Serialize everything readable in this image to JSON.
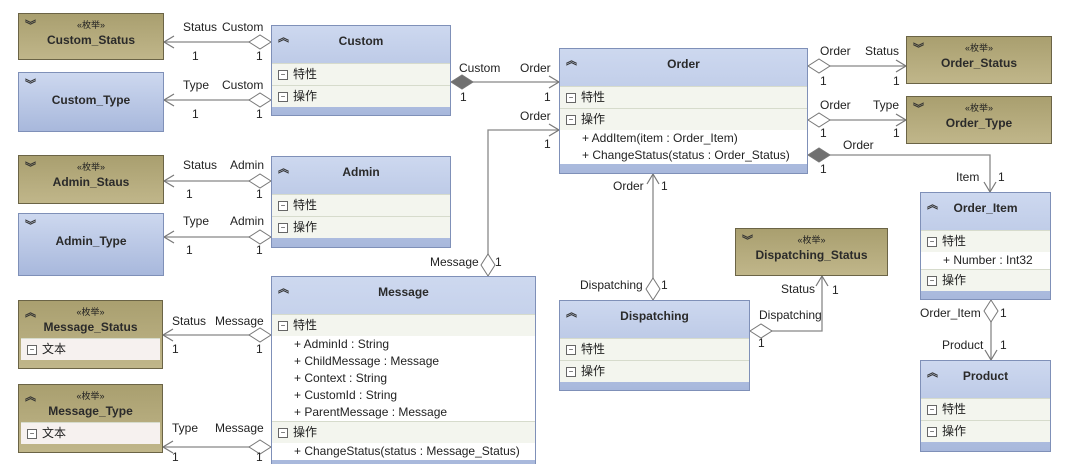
{
  "stereotype": "«枚举»",
  "section_titles": {
    "attributes": "特性",
    "operations": "操作",
    "text": "文本"
  },
  "colors": {
    "class_fill": "#b9c6e6",
    "enum_fill": "#b0a679",
    "line": "#888888"
  },
  "classes": [
    {
      "id": "custom_status",
      "name": "Custom_Status",
      "kind": "enum",
      "collapsed": true,
      "sections": []
    },
    {
      "id": "custom_type",
      "name": "Custom_Type",
      "kind": "class",
      "collapsed": true,
      "sections": []
    },
    {
      "id": "custom",
      "name": "Custom",
      "kind": "class",
      "collapsed": false,
      "sections": [
        {
          "title": "特性",
          "members": []
        },
        {
          "title": "操作",
          "members": []
        }
      ]
    },
    {
      "id": "admin_staus",
      "name": "Admin_Staus",
      "kind": "enum",
      "collapsed": true,
      "sections": []
    },
    {
      "id": "admin_type",
      "name": "Admin_Type",
      "kind": "class",
      "collapsed": true,
      "sections": []
    },
    {
      "id": "admin",
      "name": "Admin",
      "kind": "class",
      "collapsed": false,
      "sections": [
        {
          "title": "特性",
          "members": []
        },
        {
          "title": "操作",
          "members": []
        }
      ]
    },
    {
      "id": "message_status",
      "name": "Message_Status",
      "kind": "enum",
      "collapsed": false,
      "sections": [
        {
          "title": "文本",
          "members": []
        }
      ]
    },
    {
      "id": "message_type",
      "name": "Message_Type",
      "kind": "enum",
      "collapsed": false,
      "sections": [
        {
          "title": "文本",
          "members": []
        }
      ]
    },
    {
      "id": "message",
      "name": "Message",
      "kind": "class",
      "collapsed": false,
      "sections": [
        {
          "title": "特性",
          "members": [
            "+ AdminId : String",
            "+ ChildMessage : Message",
            "+ Context : String",
            "+ CustomId : String",
            "+ ParentMessage : Message"
          ]
        },
        {
          "title": "操作",
          "members": [
            "+ ChangeStatus(status : Message_Status)"
          ]
        }
      ]
    },
    {
      "id": "order",
      "name": "Order",
      "kind": "class",
      "collapsed": false,
      "sections": [
        {
          "title": "特性",
          "members": []
        },
        {
          "title": "操作",
          "members": [
            "+ AddItem(item : Order_Item)",
            "+ ChangeStatus(status : Order_Status)"
          ]
        }
      ]
    },
    {
      "id": "order_status",
      "name": "Order_Status",
      "kind": "enum",
      "collapsed": true,
      "sections": []
    },
    {
      "id": "order_type",
      "name": "Order_Type",
      "kind": "enum",
      "collapsed": true,
      "sections": []
    },
    {
      "id": "dispatching_status",
      "name": "Dispatching_Status",
      "kind": "enum",
      "collapsed": true,
      "sections": []
    },
    {
      "id": "dispatching",
      "name": "Dispatching",
      "kind": "class",
      "collapsed": false,
      "sections": [
        {
          "title": "特性",
          "members": []
        },
        {
          "title": "操作",
          "members": []
        }
      ]
    },
    {
      "id": "order_item",
      "name": "Order_Item",
      "kind": "class",
      "collapsed": false,
      "sections": [
        {
          "title": "特性",
          "members": [
            "+ Number : Int32"
          ]
        },
        {
          "title": "操作",
          "members": []
        }
      ]
    },
    {
      "id": "product",
      "name": "Product",
      "kind": "class",
      "collapsed": false,
      "sections": [
        {
          "title": "特性",
          "members": []
        },
        {
          "title": "操作",
          "members": []
        }
      ]
    }
  ],
  "connectors": [
    {
      "from": "custom",
      "to": "custom_status",
      "kind": "aggregation",
      "labels": [
        "Status",
        "Custom",
        "1",
        "1"
      ]
    },
    {
      "from": "custom",
      "to": "custom_type",
      "kind": "aggregation",
      "labels": [
        "Type",
        "Custom",
        "1",
        "1"
      ]
    },
    {
      "from": "custom",
      "to": "order",
      "kind": "composition",
      "labels": [
        "Custom",
        "Order",
        "1",
        "1"
      ]
    },
    {
      "from": "admin",
      "to": "admin_staus",
      "kind": "aggregation",
      "labels": [
        "Status",
        "Admin",
        "1",
        "1"
      ]
    },
    {
      "from": "admin",
      "to": "admin_type",
      "kind": "aggregation",
      "labels": [
        "Type",
        "Admin",
        "1",
        "1"
      ]
    },
    {
      "from": "message",
      "to": "message_status",
      "kind": "aggregation",
      "labels": [
        "Status",
        "Message",
        "1",
        "1"
      ]
    },
    {
      "from": "message",
      "to": "message_type",
      "kind": "aggregation",
      "labels": [
        "Type",
        "Message",
        "1",
        "1"
      ]
    },
    {
      "from": "message",
      "to": "order",
      "kind": "aggregation",
      "labels": [
        "Order",
        "1",
        "Message",
        "1"
      ]
    },
    {
      "from": "order",
      "to": "order_status",
      "kind": "aggregation",
      "labels": [
        "Order",
        "Status",
        "1",
        "1"
      ]
    },
    {
      "from": "order",
      "to": "order_type",
      "kind": "aggregation",
      "labels": [
        "Order",
        "Type",
        "1",
        "1"
      ]
    },
    {
      "from": "order",
      "to": "order_item",
      "kind": "composition",
      "labels": [
        "Order",
        "1",
        "Item",
        "1"
      ]
    },
    {
      "from": "dispatching",
      "to": "order",
      "kind": "aggregation",
      "labels": [
        "Order",
        "1",
        "Dispatching",
        "1"
      ]
    },
    {
      "from": "dispatching",
      "to": "dispatching_status",
      "kind": "aggregation",
      "labels": [
        "Status",
        "1",
        "Dispatching",
        "1"
      ]
    },
    {
      "from": "order_item",
      "to": "product",
      "kind": "aggregation",
      "labels": [
        "Order_Item",
        "1",
        "Product",
        "1"
      ]
    }
  ]
}
